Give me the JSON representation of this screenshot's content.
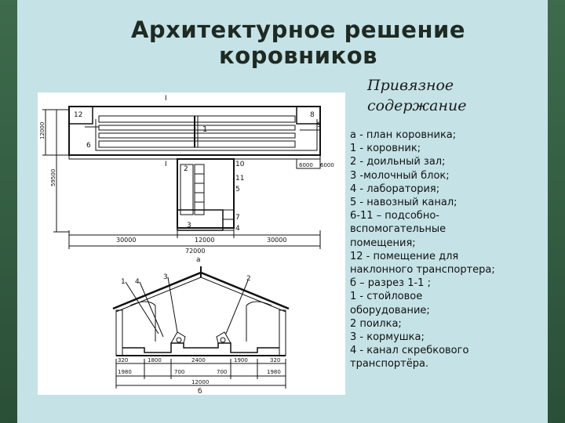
{
  "slide": {
    "title_line1": "Архитектурное решение",
    "title_line2": "коровников",
    "subtitle_line1": "Привязное",
    "subtitle_line2": "содержание"
  },
  "legend": [
    "а - план коровника;",
    "1 - коровник;",
    "2 - доильный зал;",
    "3 -молочный блок;",
    "4 - лаборатория;",
    " 5 - навозный канал;",
    "6-11 – подсобно-",
    "вспомогательные",
    "помещения;",
    "12 - помещение для",
    "наклонного транспортера;",
    " б – разрез 1-1 ;",
    "1 - стойловое",
    "оборудование;",
    "2 поилка;",
    "3 - кормушка;",
    "4 - канал скребкового",
    "транспортёра."
  ],
  "plan": {
    "room_12": "12",
    "room_8": "8",
    "room_9": "9",
    "room_1": "1",
    "room_6": "6",
    "room_2": "2",
    "room_10": "10",
    "room_11": "11",
    "room_5": "5",
    "room_7": "7",
    "room_3": "3",
    "room_4": "4",
    "section_mark": "I",
    "dim_12000_left": "12000",
    "dim_59500": "59500",
    "dim_6000_a": "6000",
    "dim_6000_b": "6000",
    "dim_30000_left": "30000",
    "dim_12000_mid": "12000",
    "dim_30000_right": "30000",
    "dim_72000": "72000",
    "caption": "а"
  },
  "section": {
    "label_1": "1",
    "label_3": "3",
    "label_4": "4",
    "label_2": "2",
    "dim_320_left": "320",
    "dim_1800": "1800",
    "dim_2400": "2400",
    "dim_1900": "1900",
    "dim_320_right": "320",
    "dim_1980_left": "1980",
    "dim_700_left": "700",
    "dim_700_right": "700",
    "dim_1980_right": "1980",
    "dim_12000": "12000",
    "caption": "б"
  }
}
